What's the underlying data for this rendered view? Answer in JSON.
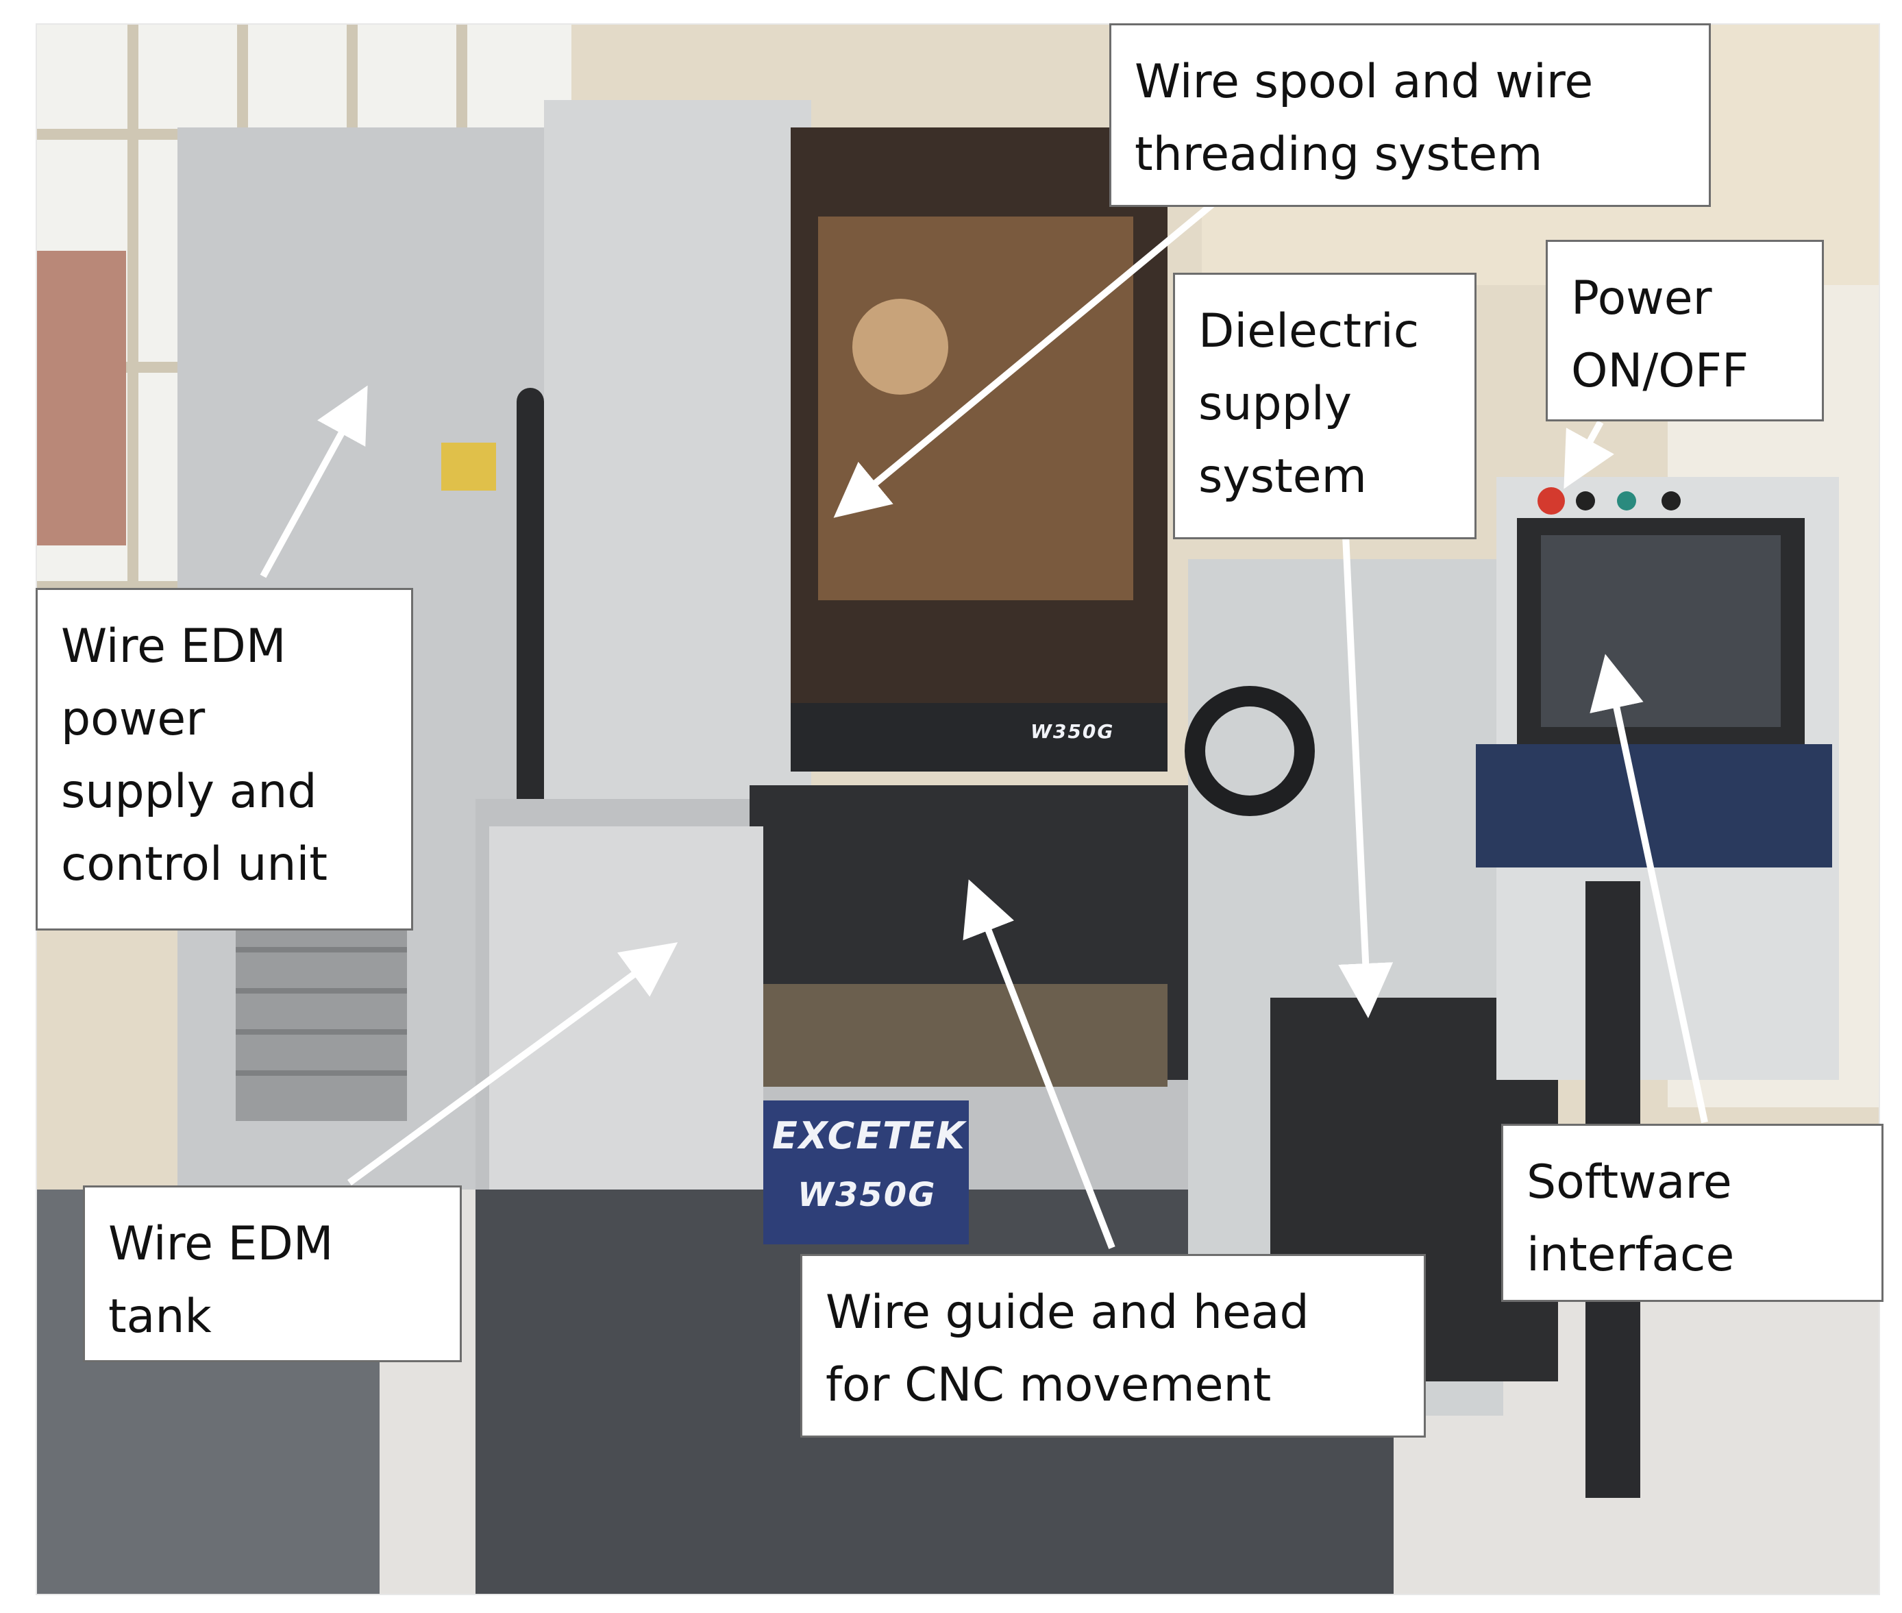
{
  "callouts": {
    "wire_spool": "Wire spool and wire\nthreading system",
    "power_onoff": "Power\nON/OFF",
    "dielectric": "Dielectric\nsupply\nsystem",
    "power_supply_unit": "Wire EDM\npower\nsupply and\ncontrol unit",
    "tank": "Wire EDM\ntank",
    "wire_guide": "Wire guide and head\nfor CNC movement",
    "software": "Software\ninterface"
  },
  "machine_branding": {
    "brand": "EXCETEK",
    "model": "W350G",
    "head_badge": "W350G"
  },
  "colors": {
    "arrow": "#ffffff",
    "machine_body": "#c9cbcc",
    "machine_dark": "#3a3c40",
    "brand_plate": "#2e3f78",
    "wall": "#e6dccb"
  }
}
